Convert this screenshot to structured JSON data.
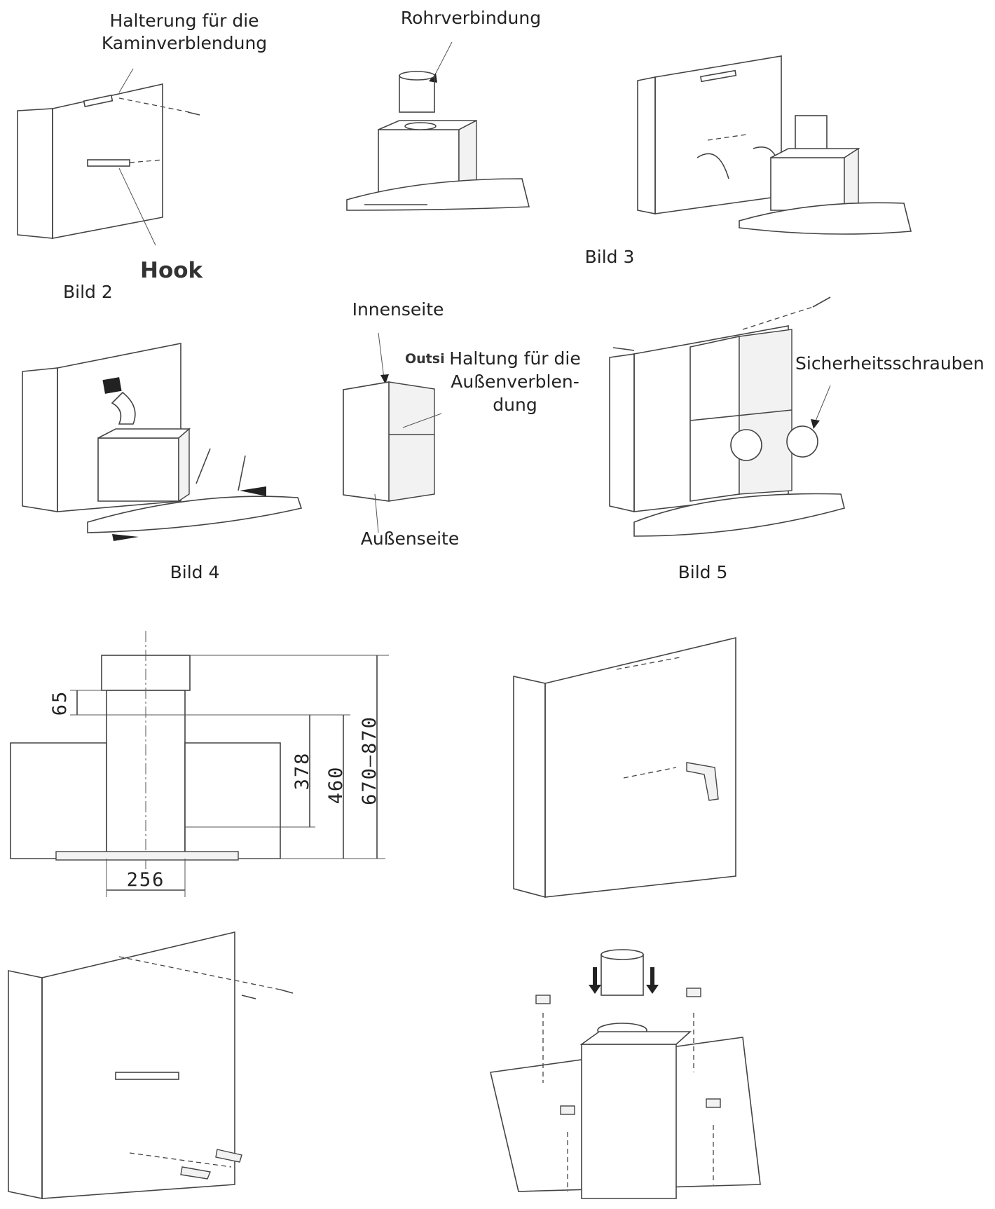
{
  "labels": {
    "halterung": "Halterung für die",
    "kaminverblendung": "Kaminverblendung",
    "rohrverbindung": "Rohrverbindung",
    "hook": "Hook",
    "bild2": "Bild 2",
    "bild3": "Bild 3",
    "innenseite": "Innenseite",
    "outsi": "Outsi",
    "haltung1": "Haltung für die",
    "haltung2": "Außenverblen-",
    "haltung3": "dung",
    "sicherheit": "Sicherheitsschrauben",
    "aussenseite": "Außenseite",
    "bild4": "Bild 4",
    "bild5": "Bild 5"
  },
  "dimensions": {
    "d65": "65",
    "d378": "378",
    "d460": "460",
    "d670": "670–870",
    "d256": "256"
  }
}
